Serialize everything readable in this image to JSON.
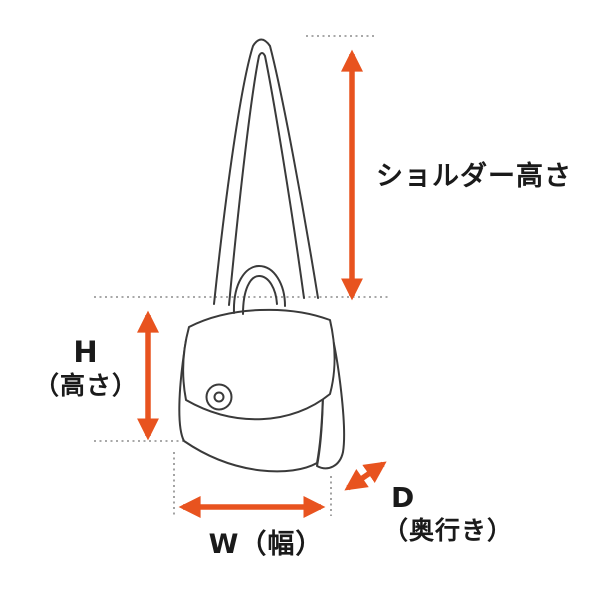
{
  "labels": {
    "shoulder_height": "ショルダー高さ",
    "height_line1": "H",
    "height_line2": "（高さ）",
    "width": "W（幅）",
    "depth_line1": "D",
    "depth_line2": "（奥行き）"
  },
  "colors": {
    "arrow": "#E8531F",
    "outline": "#3A3A3A",
    "guide_dotted": "#8C8C8C",
    "background": "#FFFFFF"
  }
}
